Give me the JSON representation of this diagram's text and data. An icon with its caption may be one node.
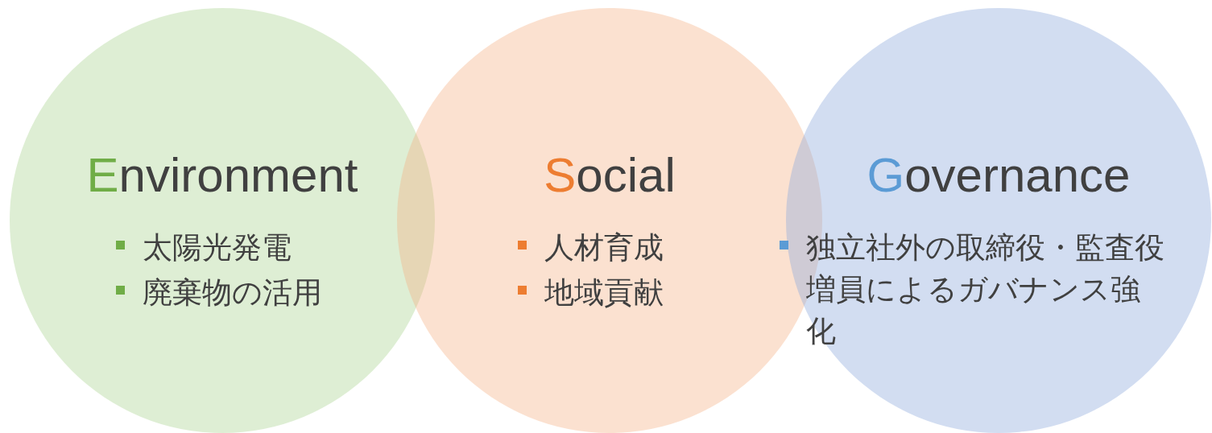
{
  "diagram": {
    "nodes": [
      {
        "text": [
          "Environment",
          "太陽光発電",
          "廃棄物の活用"
        ]
      },
      {
        "text": [
          "Social",
          "人材育成",
          "地域貢献"
        ]
      },
      {
        "text": [
          "Governance",
          "独立社外の取締役・監査役増員によるガバナンス強化"
        ]
      }
    ]
  }
}
